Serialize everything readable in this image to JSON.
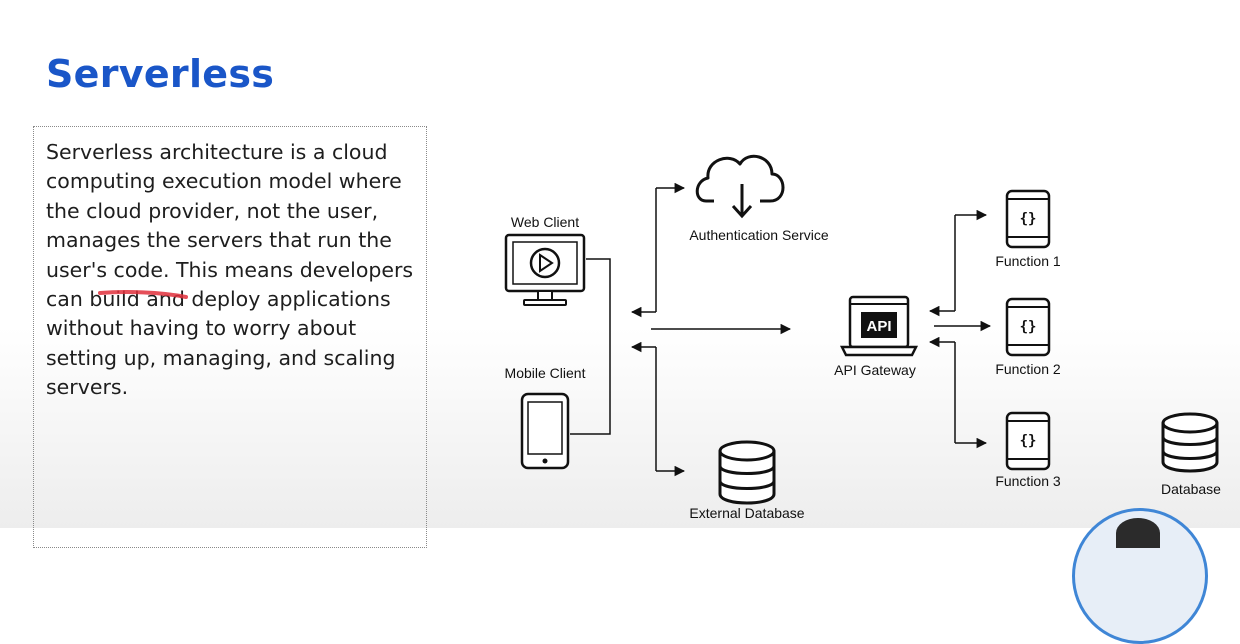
{
  "slide": {
    "title": "Serverless",
    "body": "Serverless architecture is a cloud computing execution model where the cloud provider, not the user, manages the servers that run the user's code. This means developers can build and deploy applications without having to worry about setting up, managing, and scaling servers."
  },
  "diagram": {
    "web_client": "Web Client",
    "mobile_client": "Mobile Client",
    "auth_service": "Authentication Service",
    "external_db": "External Database",
    "api_gateway": "API Gateway",
    "api_icon_text": "API",
    "function_1": "Function 1",
    "function_2": "Function 2",
    "function_3": "Function 3",
    "function_icon_text": "{}",
    "database": "Database"
  },
  "colors": {
    "title": "#1a56c8",
    "annotation_mark": "#e0303c",
    "avatar_ring": "#3f86d6"
  }
}
